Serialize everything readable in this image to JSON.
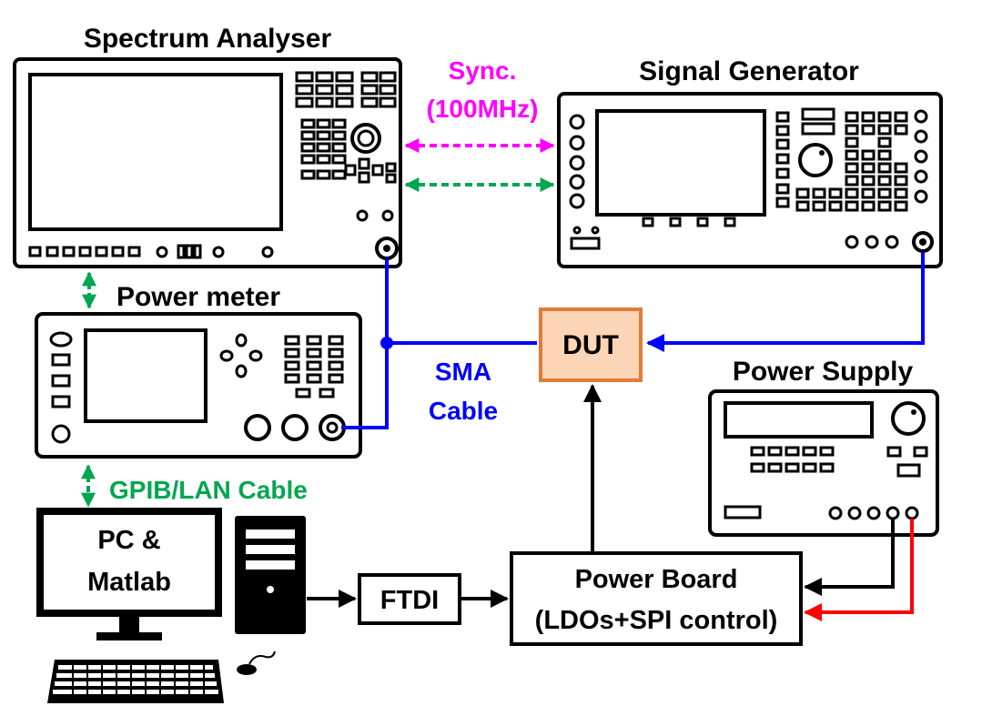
{
  "labels": {
    "spectrum_analyser": "Spectrum Analyser",
    "signal_generator": "Signal Generator",
    "power_meter": "Power meter",
    "power_supply": "Power Supply",
    "sync_line1": "Sync.",
    "sync_line2": "(100MHz)",
    "dut": "DUT",
    "sma_line1": "SMA",
    "sma_line2": "Cable",
    "gpib_lan": "GPIB/LAN Cable",
    "pc_line1": "PC &",
    "pc_line2": "Matlab",
    "ftdi": "FTDI",
    "power_board_line1": "Power Board",
    "power_board_line2": "(LDOs+SPI control)"
  },
  "colors": {
    "sync_magenta": "#ff00ff",
    "lan_green": "#00a64f",
    "sma_blue": "#0000ff",
    "supply_red": "#ff0000",
    "dut_fill": "#fbd5b5",
    "dut_border": "#e07b39",
    "line_black": "#000000"
  }
}
